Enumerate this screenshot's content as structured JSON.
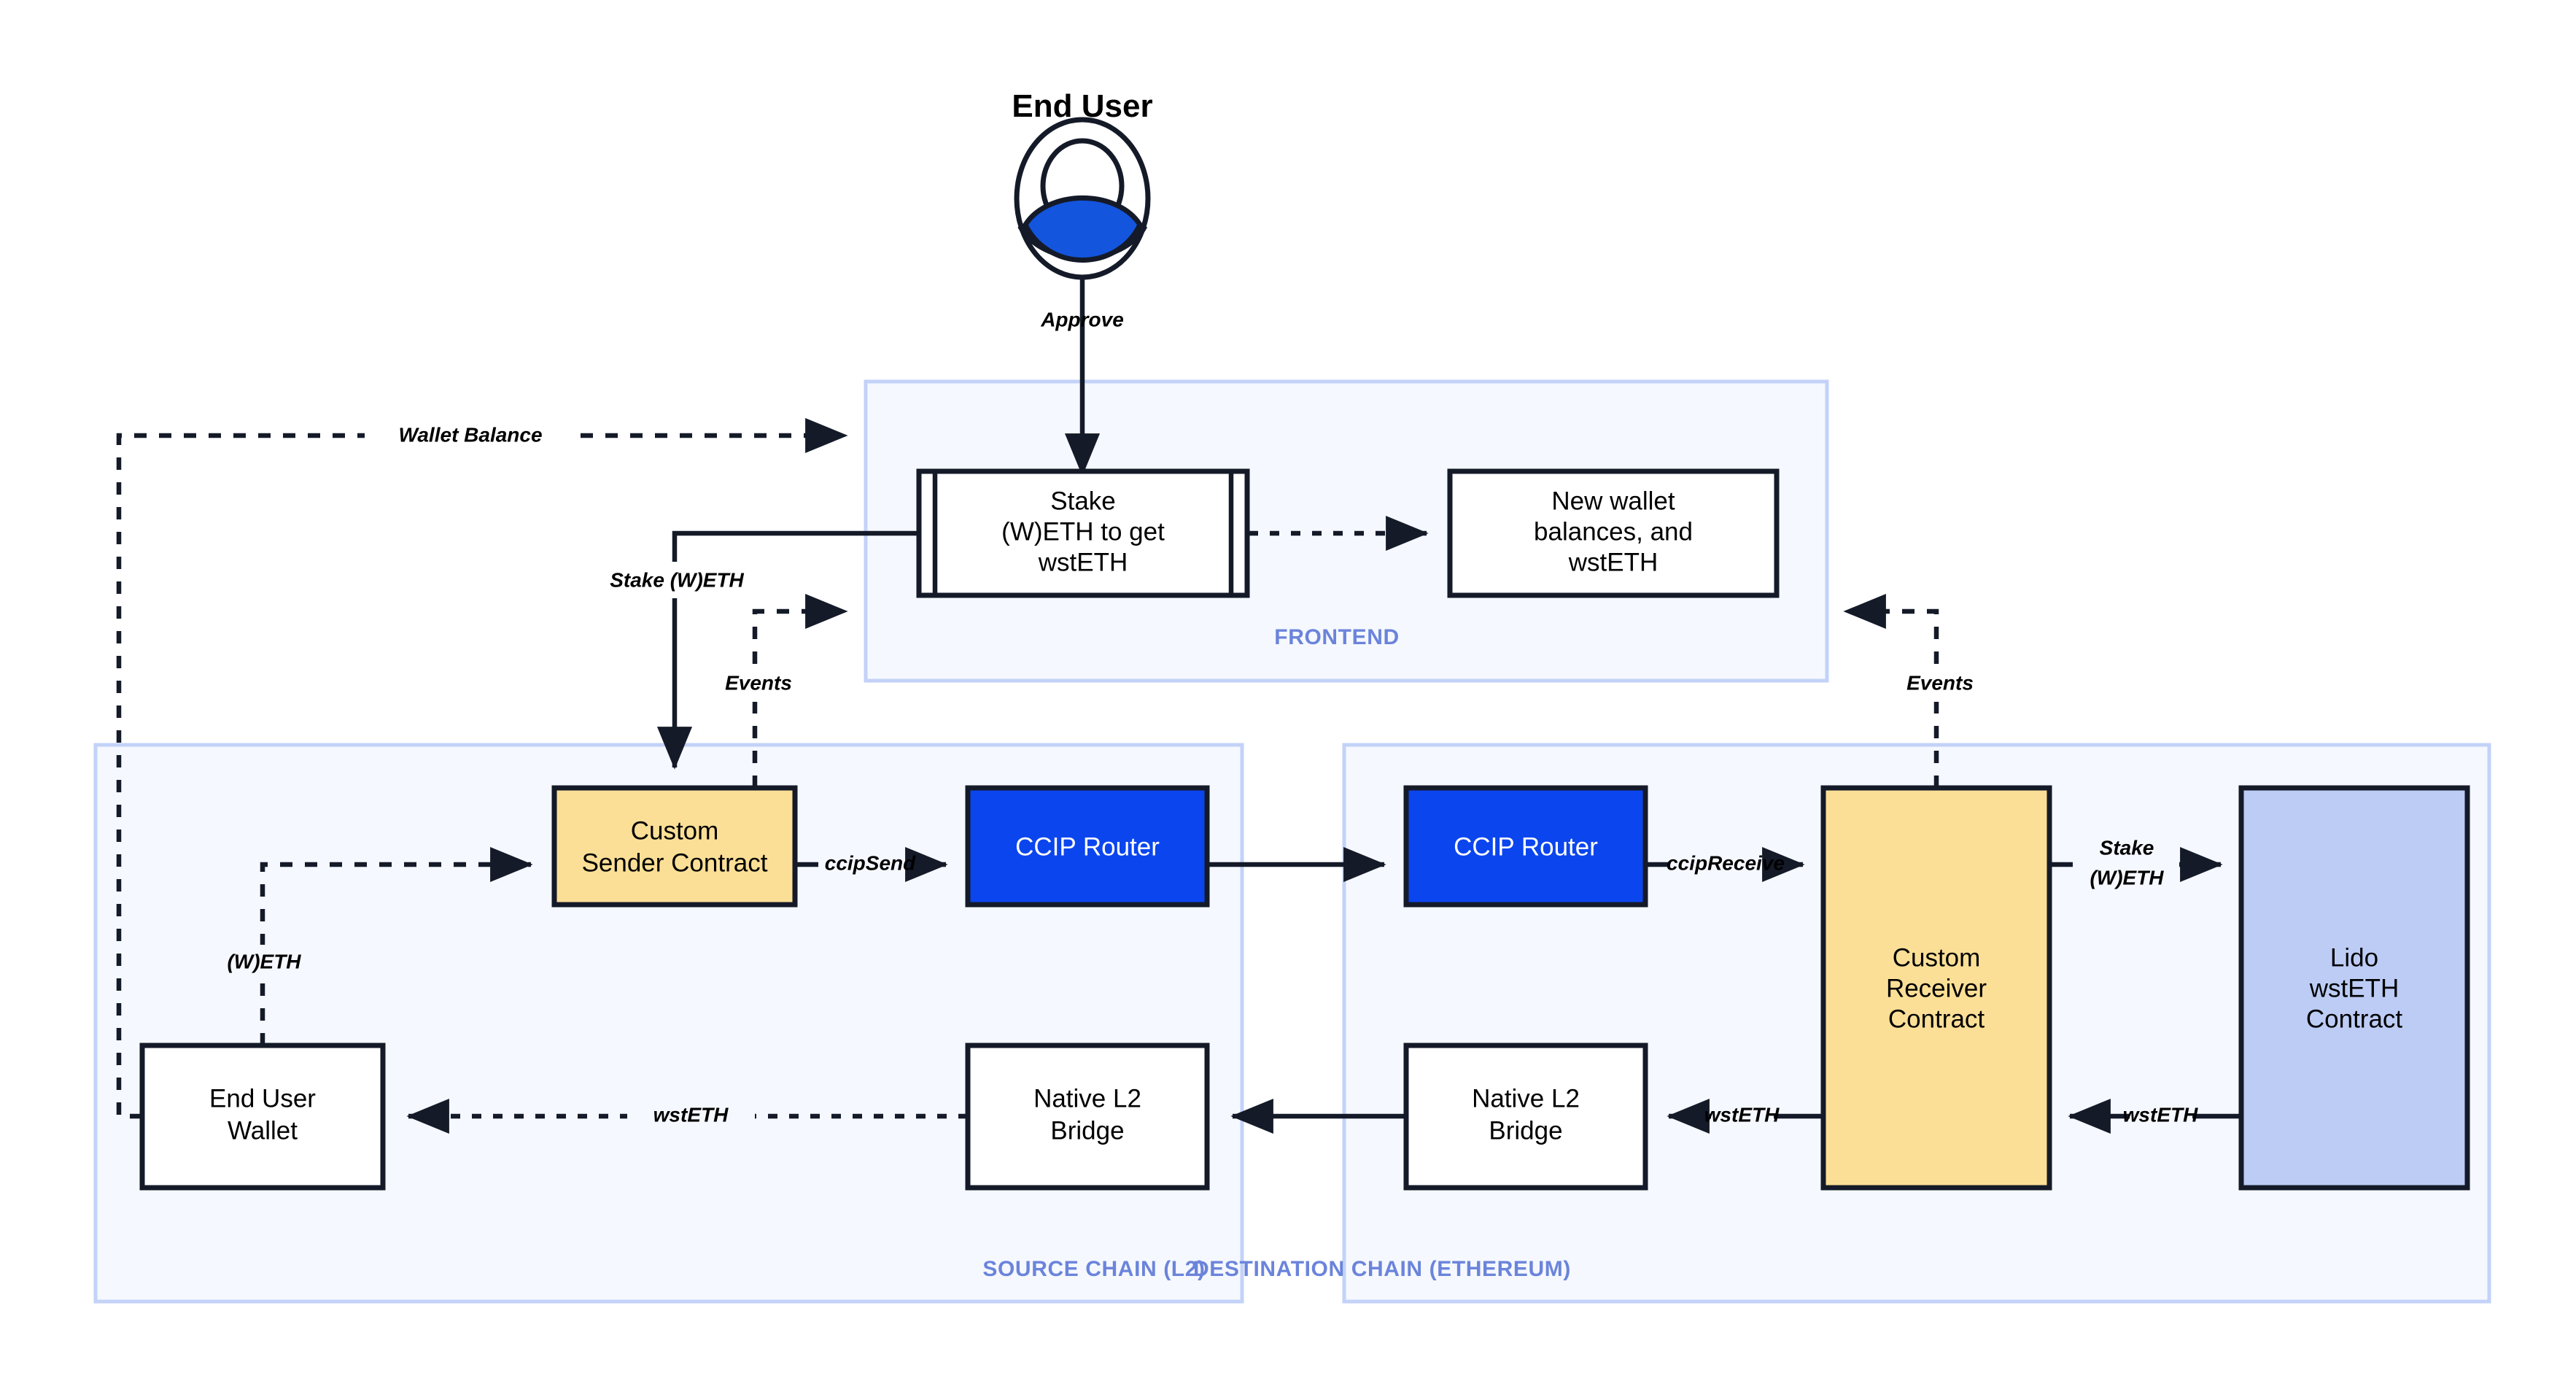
{
  "diagram": {
    "title_actor": "End User",
    "groups": [
      {
        "id": "frontend",
        "label": "FRONTEND"
      },
      {
        "id": "source",
        "label": "SOURCE CHAIN (L2)"
      },
      {
        "id": "destination",
        "label": "DESTINATION CHAIN (ETHEREUM)"
      }
    ],
    "nodes": {
      "stake_form": {
        "line1": "Stake",
        "line2": "(W)ETH to get",
        "line3": "wstETH"
      },
      "new_balances": {
        "line1": "New wallet",
        "line2": "balances, and",
        "line3": "wstETH"
      },
      "sender": {
        "line1": "Custom",
        "line2": "Sender Contract"
      },
      "router_src": {
        "line1": "CCIP Router"
      },
      "router_dst": {
        "line1": "CCIP Router"
      },
      "receiver": {
        "line1": "Custom",
        "line2": "Receiver",
        "line3": "Contract"
      },
      "lido": {
        "line1": "Lido",
        "line2": "wstETH",
        "line3": "Contract"
      },
      "wallet": {
        "line1": "End User",
        "line2": "Wallet"
      },
      "bridge_src": {
        "line1": "Native L2",
        "line2": "Bridge"
      },
      "bridge_dst": {
        "line1": "Native L2",
        "line2": "Bridge"
      }
    },
    "edges": {
      "approve": "Approve",
      "wallet_balance": "Wallet Balance",
      "stake_weth": "Stake (W)ETH",
      "events_left": "Events",
      "events_right": "Events",
      "weth": "(W)ETH",
      "ccip_send": "ccipSend",
      "ccip_receive": "ccipReceive",
      "stake_weth_dst_l1": "Stake",
      "stake_weth_dst_l2": "(W)ETH",
      "wsteth_src": "wstETH",
      "wsteth_mid": "wstETH",
      "wsteth_right": "wstETH"
    },
    "colors": {
      "group_fill": "#F5F8FE",
      "group_border": "#C3D2F8",
      "group_label": "#6B84DB",
      "contract_yellow": "#FBDF96",
      "router_blue": "#0B45EE",
      "lido_lavender": "#BCCCF5",
      "stroke_dark": "#141A28",
      "avatar_blue": "#1355DD"
    }
  }
}
